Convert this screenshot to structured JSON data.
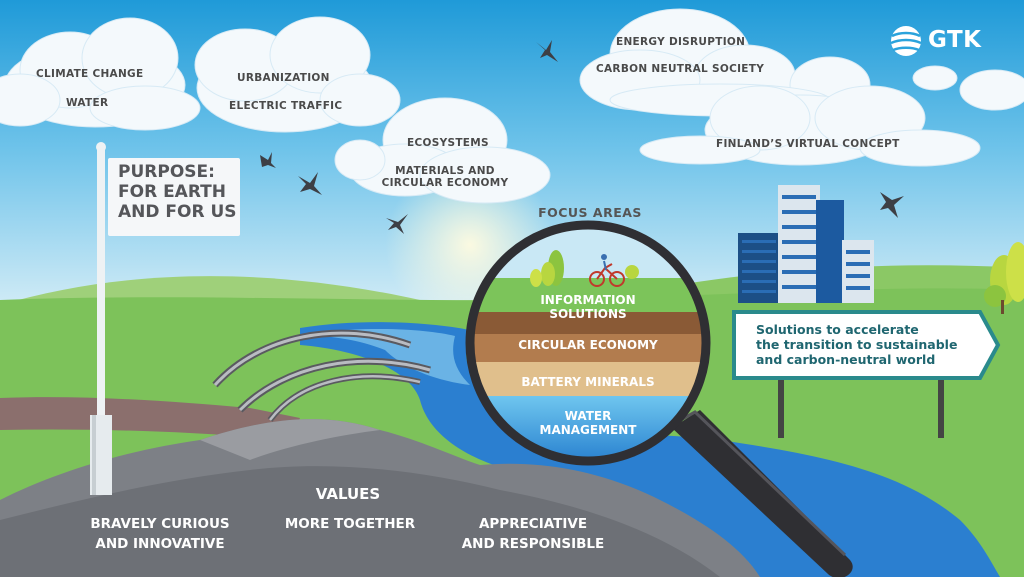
{
  "logo": {
    "text": "GTK"
  },
  "clouds": {
    "climate_change": "CLIMATE CHANGE",
    "water": "WATER",
    "urbanization": "URBANIZATION",
    "electric_traffic": "ELECTRIC TRAFFIC",
    "energy_disruption": "ENERGY DISRUPTION",
    "carbon_neutral_society": "CARBON NEUTRAL SOCIETY",
    "ecosystems": "ECOSYSTEMS",
    "materials_line1": "MATERIALS AND",
    "materials_line2": "CIRCULAR ECONOMY",
    "finland_virtual_concept": "FINLAND’S VIRTUAL CONCEPT"
  },
  "purpose": {
    "line1": "PURPOSE:",
    "line2": "FOR EARTH",
    "line3": "AND FOR US"
  },
  "focus": {
    "title": "FOCUS AREAS",
    "layers": {
      "info_line1": "INFORMATION",
      "info_line2": "SOLUTIONS",
      "circular": "CIRCULAR ECONOMY",
      "battery": "BATTERY MINERALS",
      "water_line1": "WATER",
      "water_line2": "MANAGEMENT"
    }
  },
  "sign": {
    "line1": "Solutions to accelerate",
    "line2": "the transition to sustainable",
    "line3": "and carbon-neutral world"
  },
  "values": {
    "title": "VALUES",
    "curious_line1": "BRAVELY CURIOUS",
    "curious_line2": "AND INNOVATIVE",
    "together": "MORE TOGETHER",
    "appreciative_line1": "APPRECIATIVE",
    "appreciative_line2": "AND RESPONSIBLE"
  },
  "colors": {
    "sky_top": "#2aa3dc",
    "sky_bottom": "#c7e6f4",
    "grass": "#7fc35a",
    "river": "#2b7fd0",
    "rock": "#7d8086",
    "sign_border": "#2a8a8c",
    "lens_frame": "#2f2f33"
  }
}
